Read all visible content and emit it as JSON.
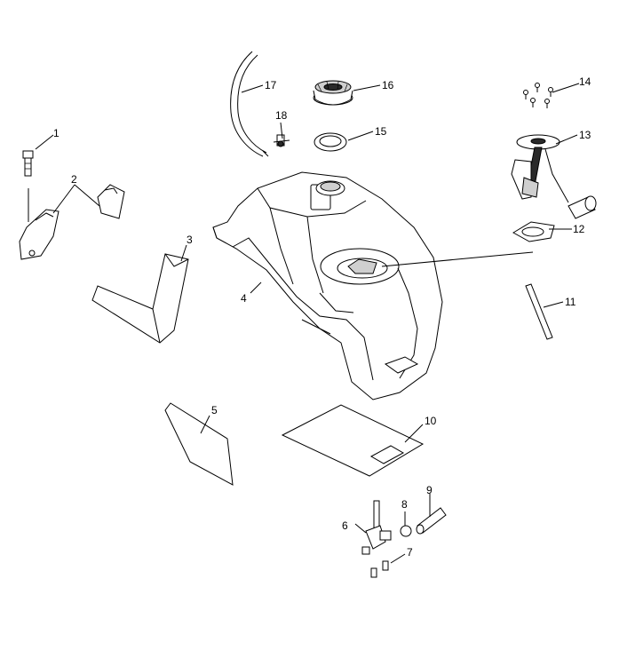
{
  "diagram": {
    "callouts": [
      {
        "id": "p1",
        "number": "1"
      },
      {
        "id": "p2",
        "number": "2"
      },
      {
        "id": "p3",
        "number": "3"
      },
      {
        "id": "p4",
        "number": "4"
      },
      {
        "id": "p5",
        "number": "5"
      },
      {
        "id": "p6",
        "number": "6"
      },
      {
        "id": "p7",
        "number": "7"
      },
      {
        "id": "p8",
        "number": "8"
      },
      {
        "id": "p9",
        "number": "9"
      },
      {
        "id": "p10",
        "number": "10"
      },
      {
        "id": "p11",
        "number": "11"
      },
      {
        "id": "p12",
        "number": "12"
      },
      {
        "id": "p13",
        "number": "13"
      },
      {
        "id": "p14",
        "number": "14"
      },
      {
        "id": "p15",
        "number": "15"
      },
      {
        "id": "p16",
        "number": "16"
      },
      {
        "id": "p17",
        "number": "17"
      },
      {
        "id": "p18",
        "number": "18"
      }
    ]
  }
}
